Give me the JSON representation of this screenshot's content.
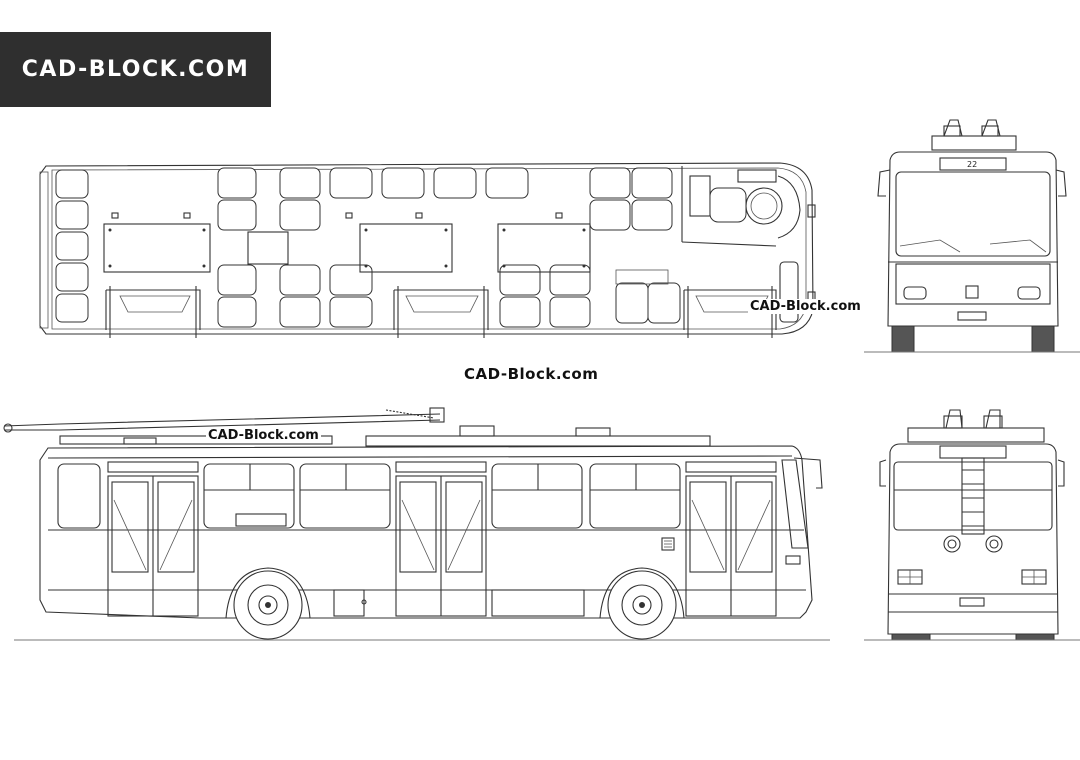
{
  "logo": {
    "text": "CAD-BLOCK.COM"
  },
  "watermarks": {
    "center": "CAD-Block.com",
    "side": "CAD-Block.com",
    "front": "CAD-Block.com"
  },
  "front_view": {
    "route_number": "22"
  }
}
